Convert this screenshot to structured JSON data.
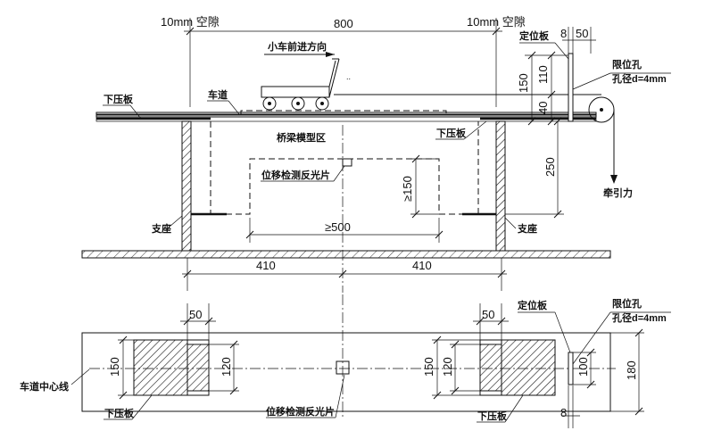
{
  "side_view": {
    "gap_left": "10mm 空隙",
    "gap_right": "10mm 空隙",
    "span": "800",
    "direction": "小车前进方向",
    "lane": "车道",
    "press_plate_left": "下压板",
    "press_plate_right": "下压板",
    "bridge_zone": "桥梁模型区",
    "positioning_plate": "定位板",
    "limit_hole": "限位孔",
    "hole_dia": "孔径d=4mm",
    "dim_8": "8",
    "dim_50": "50",
    "dim_150": "150",
    "dim_110": "110",
    "dim_40": "40",
    "dim_250": "250",
    "traction": "牵引力",
    "reflector": "位移检测反光片",
    "ge150": "≥150",
    "ge500": "≥500",
    "support_left": "支座",
    "support_right": "支座",
    "dim_410_left": "410",
    "dim_410_right": "410"
  },
  "plan_view": {
    "dim_50_left": "50",
    "dim_50_right": "50",
    "positioning_plate": "定位板",
    "limit_hole": "限位孔",
    "hole_dia": "孔径d=4mm",
    "dim_150_left": "150",
    "dim_120_left": "120",
    "dim_150_right": "150",
    "dim_120_right": "120",
    "dim_100": "100",
    "dim_180": "180",
    "lane_centerline": "车道中心线",
    "press_plate_left": "下压板",
    "press_plate_right": "下压板",
    "reflector": "位移检测反光片",
    "dim_8": "8"
  },
  "colors": {
    "line": "#111111",
    "background": "#ffffff"
  }
}
